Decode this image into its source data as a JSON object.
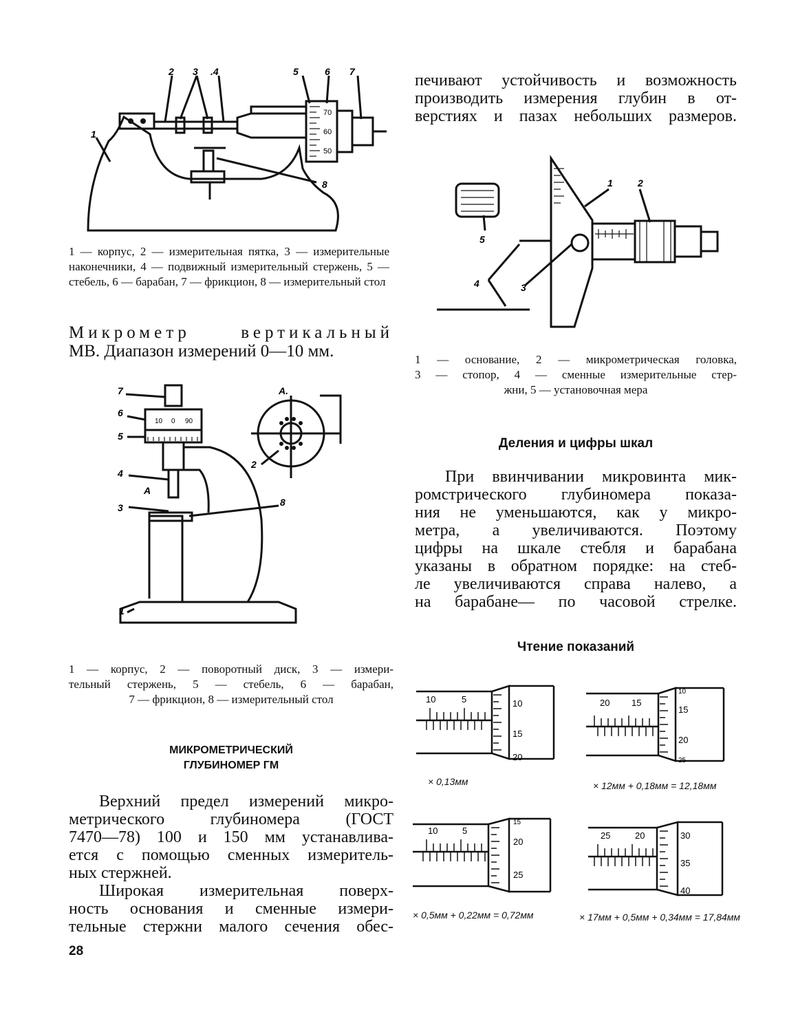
{
  "top_right_paragraph": [
    "печивают устойчивость и возможность",
    "производить измерения глубин в от-",
    "верстиях и пазах небольших размеров."
  ],
  "figure1": {
    "labels": [
      "1",
      "2",
      "3",
      ".4",
      "5",
      "6",
      "7",
      "8"
    ],
    "scale": [
      "70",
      "60",
      "50"
    ],
    "caption": "1 — корпус, 2 — измерительная пятка, 3 — измерительные наконечники, 4 — подвижный измерительный стержень, 5 — стебель, 6 — барабан, 7 — фрикцион, 8 — измерительный стол"
  },
  "mv_heading": {
    "line1": "Микрометр вертикальный",
    "line2": "МВ. Диапазон измерений 0—10 мм."
  },
  "figure2": {
    "labels": [
      "7",
      "6",
      "5",
      "4",
      "3",
      "A",
      "8",
      "1",
      "A.",
      "2"
    ],
    "scale": [
      "10",
      "0",
      "90"
    ],
    "caption_lines": [
      "1 — корпус, 2 — поворотный диск, 3 — измери-",
      "тельный стержень, 5 — стебель, 6 — барабан,",
      "7 — фрикцион, 8 — измерительный стол"
    ]
  },
  "gm_heading": [
    "МИКРОМЕТРИЧЕСКИЙ",
    "ГЛУБИНОМЕР ГМ"
  ],
  "gm_paragraph1": [
    "Верхний предел измерений микро-",
    "метрического глубиномера (ГОСТ",
    "7470—78) 100 и 150 мм устанавлива-",
    "ется с помощью сменных измеритель-",
    "ных стержней."
  ],
  "gm_paragraph2": [
    "Широкая измерительная поверх-",
    "ность основания и сменные измери-",
    "тельные стержни малого сечения обес-"
  ],
  "page_number": "28",
  "figure3": {
    "labels": [
      "1",
      "2",
      "5",
      "4",
      "3"
    ],
    "caption_lines": [
      "1 — основание, 2 — микрометрическая головка,",
      "3 — стопор, 4 — сменные измерительные стер-",
      "жни, 5 — установочная мера"
    ]
  },
  "scales_heading": "Деления и цифры шкал",
  "scales_paragraph": [
    "При ввинчивании микровинта мик-",
    "ромстрического глубиномера показа-",
    "ния не уменьшаются, как у микро-",
    "метра, а увеличиваются. Поэтому",
    "цифры на шкале стебля и барабана",
    "указаны в обратном порядке: на стеб-",
    "ле увеличиваются справа налево, а",
    "на барабане— по часовой стрелке."
  ],
  "reading_heading": "Чтение показаний",
  "readings": [
    {
      "sleeve": [
        "10",
        "5"
      ],
      "thimble": [
        "10",
        "15",
        "20"
      ],
      "value": "× 0,13мм"
    },
    {
      "sleeve": [
        "20",
        "15"
      ],
      "thimble": [
        "10",
        "15",
        "20",
        "25"
      ],
      "value": "× 12мм + 0,18мм = 12,18мм"
    },
    {
      "sleeve": [
        "10",
        "5"
      ],
      "thimble": [
        "15",
        "20",
        "25"
      ],
      "value": "× 0,5мм + 0,22мм = 0,72мм"
    },
    {
      "sleeve": [
        "25",
        "20"
      ],
      "thimble": [
        "30",
        "35",
        "40"
      ],
      "value": "× 17мм + 0,5мм + 0,34мм = 17,84мм"
    }
  ]
}
